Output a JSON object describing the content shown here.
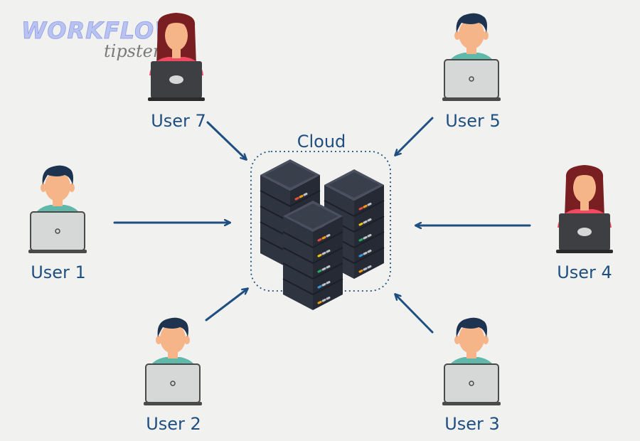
{
  "logo": {
    "main": "WORKFLOW",
    "sub": "tipster"
  },
  "cloud": {
    "label": "Cloud"
  },
  "users": {
    "u1": {
      "label": "User 1"
    },
    "u2": {
      "label": "User 2"
    },
    "u3": {
      "label": "User 3"
    },
    "u4": {
      "label": "User 4"
    },
    "u5": {
      "label": "User 5"
    },
    "u7": {
      "label": "User 7"
    }
  },
  "colors": {
    "arrow": "#1f4f80",
    "label": "#1f4f80",
    "skin": "#f5b588",
    "hair": "#1e3350",
    "shirt_male": "#5fb8aa",
    "shirt_female": "#f04a63",
    "hair_female": "#7a1f21",
    "laptop": "#d6d8d7",
    "server_dark": "#2f3441"
  }
}
